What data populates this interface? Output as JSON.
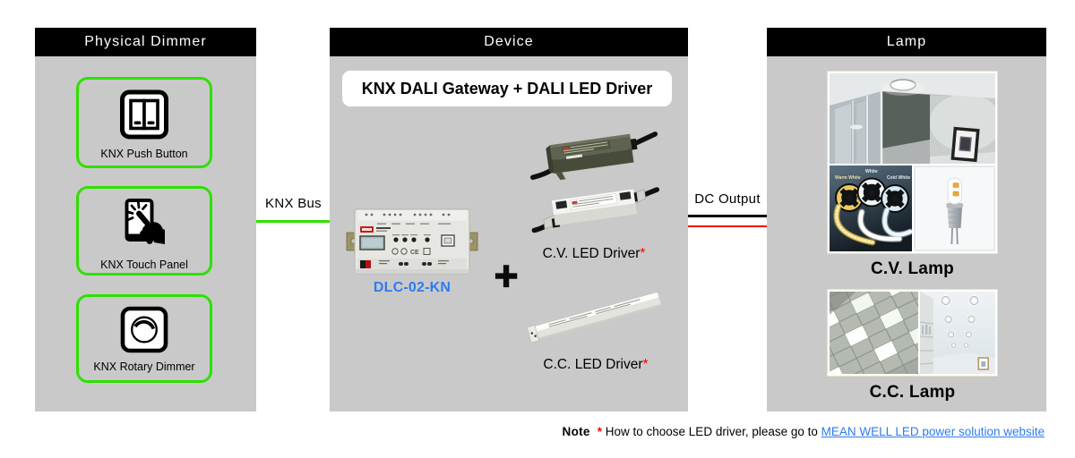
{
  "panels": {
    "physical_dimmer": {
      "title": "Physical Dimmer",
      "items": [
        {
          "label": "KNX Push Button",
          "icon": "push-button-icon"
        },
        {
          "label": "KNX Touch Panel",
          "icon": "touch-panel-icon"
        },
        {
          "label": "KNX Rotary Dimmer",
          "icon": "rotary-dimmer-icon"
        }
      ]
    },
    "device": {
      "title": "Device",
      "headline": "KNX DALI Gateway + DALI LED Driver",
      "gateway_model": "DLC-02-KN",
      "ce_mark": "CE",
      "plus_sign": "+",
      "cv_driver_label": "C.V. LED Driver",
      "cv_driver_asterisk": "*",
      "cc_driver_label": "C.C. LED Driver",
      "cc_driver_asterisk": "*"
    },
    "lamp": {
      "title": "Lamp",
      "cv_label": "C.V. Lamp",
      "cc_label": "C.C. Lamp",
      "strip_labels": {
        "warm": "Warm White",
        "white": "White",
        "cold": "Cold White"
      }
    }
  },
  "connections": {
    "knx_bus": {
      "label": "KNX Bus",
      "line_color": "#2ee000"
    },
    "dc_output": {
      "label": "DC Output",
      "line_colors": [
        "#000000",
        "#ff0000"
      ]
    }
  },
  "note": {
    "label": "Note",
    "asterisk": "*",
    "text": " How to choose LED driver, please go to ",
    "link_text": "MEAN WELL LED power solution website"
  },
  "colors": {
    "panel_background": "#c9c9c9",
    "header_background": "#000000",
    "header_text": "#ffffff",
    "accent_green": "#2ee000",
    "asterisk_red": "#ff0000",
    "model_blue": "#2e7bf0",
    "link_blue": "#2e7bf0"
  }
}
